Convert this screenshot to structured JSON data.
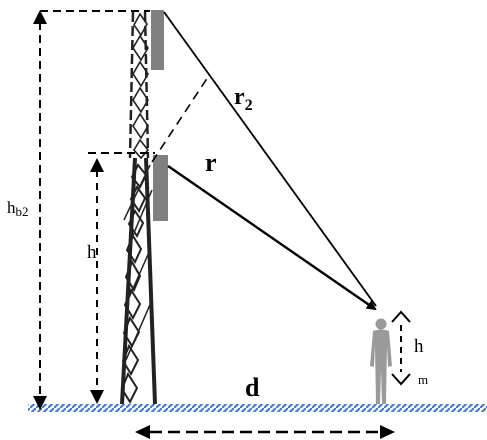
{
  "labels": {
    "hb2_main": "h",
    "hb2_sub": "b2",
    "h_tower": "h",
    "r2_main": "r",
    "r2_sub": "2",
    "r": "r",
    "d": "d",
    "hm_main": "h",
    "hm_sub": "m"
  },
  "colors": {
    "ink": "#000000",
    "antenna": "#808080",
    "person": "#9a9a9a",
    "ground": "#3a6fd8"
  },
  "icons": {
    "person": "person-silhouette-icon",
    "antenna": "panel-antenna-icon"
  }
}
